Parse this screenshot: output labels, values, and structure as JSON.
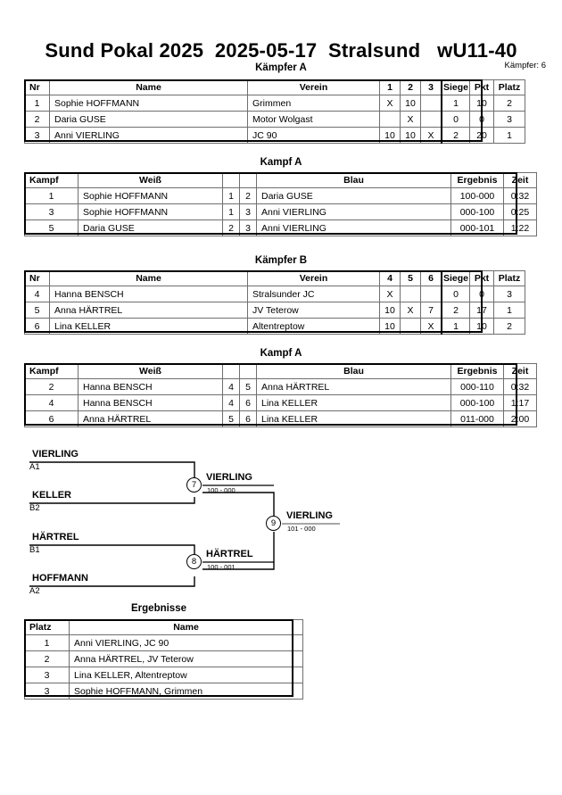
{
  "header": {
    "title": "Sund Pokal 2025  2025-05-17  Stralsund   wU11-40",
    "fighter_count_label": "Kämpfer: 6"
  },
  "pools": [
    {
      "caption": "Kämpfer A",
      "columns": [
        "Nr",
        "Name",
        "Verein",
        "1",
        "2",
        "3",
        "Siege",
        "Pkt",
        "Platz"
      ],
      "rows": [
        {
          "nr": "1",
          "name": "Sophie HOFFMANN",
          "club": "Grimmen",
          "m": [
            "X",
            "10",
            ""
          ],
          "siege": "1",
          "pkt": "10",
          "platz": "2"
        },
        {
          "nr": "2",
          "name": "Daria GUSE",
          "club": "Motor Wolgast",
          "m": [
            "",
            "X",
            ""
          ],
          "siege": "0",
          "pkt": "0",
          "platz": "3"
        },
        {
          "nr": "3",
          "name": "Anni VIERLING",
          "club": "JC 90",
          "m": [
            "10",
            "10",
            "X"
          ],
          "siege": "2",
          "pkt": "20",
          "platz": "1"
        }
      ]
    },
    {
      "caption": "Kämpfer B",
      "columns": [
        "Nr",
        "Name",
        "Verein",
        "4",
        "5",
        "6",
        "Siege",
        "Pkt",
        "Platz"
      ],
      "rows": [
        {
          "nr": "4",
          "name": "Hanna BENSCH",
          "club": "Stralsunder JC",
          "m": [
            "X",
            "",
            ""
          ],
          "siege": "0",
          "pkt": "0",
          "platz": "3"
        },
        {
          "nr": "5",
          "name": "Anna  HÄRTREL",
          "club": "JV Teterow",
          "m": [
            "10",
            "X",
            "7"
          ],
          "siege": "2",
          "pkt": "17",
          "platz": "1"
        },
        {
          "nr": "6",
          "name": "Lina KELLER",
          "club": "Altentreptow",
          "m": [
            "10",
            "",
            "X"
          ],
          "siege": "1",
          "pkt": "10",
          "platz": "2"
        }
      ]
    }
  ],
  "match_tables": [
    {
      "caption": "Kampf A",
      "columns": [
        "Kampf",
        "Weiß",
        "Blau",
        "Ergebnis",
        "Zeit"
      ],
      "rows": [
        {
          "kampf": "1",
          "white": "Sophie HOFFMANN",
          "white_winner": true,
          "n1": "1",
          "n2": "2",
          "blue": "Daria GUSE",
          "blue_winner": false,
          "result": "100-000",
          "time": "0:32"
        },
        {
          "kampf": "3",
          "white": "Sophie HOFFMANN",
          "white_winner": false,
          "n1": "1",
          "n2": "3",
          "blue": "Anni VIERLING",
          "blue_winner": true,
          "result": "000-100",
          "time": "0:25"
        },
        {
          "kampf": "5",
          "white": "Daria GUSE",
          "white_winner": false,
          "n1": "2",
          "n2": "3",
          "blue": "Anni VIERLING",
          "blue_winner": true,
          "result": "000-101",
          "time": "1:22"
        }
      ]
    },
    {
      "caption": "Kampf A",
      "columns": [
        "Kampf",
        "Weiß",
        "Blau",
        "Ergebnis",
        "Zeit"
      ],
      "rows": [
        {
          "kampf": "2",
          "white": "Hanna BENSCH",
          "white_winner": false,
          "n1": "4",
          "n2": "5",
          "blue": "Anna  HÄRTREL",
          "blue_winner": true,
          "result": "000-110",
          "time": "0:32"
        },
        {
          "kampf": "4",
          "white": "Hanna BENSCH",
          "white_winner": false,
          "n1": "4",
          "n2": "6",
          "blue": "Lina KELLER",
          "blue_winner": true,
          "result": "000-100",
          "time": "1:17"
        },
        {
          "kampf": "6",
          "white": "Anna  HÄRTREL",
          "white_winner": true,
          "n1": "5",
          "n2": "6",
          "blue": "Lina KELLER",
          "blue_winner": false,
          "result": "011-000",
          "time": "2:00"
        }
      ]
    }
  ],
  "bracket": {
    "entrants": [
      {
        "name": "VIERLING",
        "seed": "A1"
      },
      {
        "name": "KELLER",
        "seed": "B2"
      },
      {
        "name": "HÄRTREL",
        "seed": "B1"
      },
      {
        "name": "HOFFMANN",
        "seed": "A2"
      }
    ],
    "semifinals": [
      {
        "number": "7",
        "winner": "VIERLING",
        "score": "100 - 000"
      },
      {
        "number": "8",
        "winner": "HÄRTREL",
        "score": "100 - 001"
      }
    ],
    "final": {
      "number": "9",
      "winner": "VIERLING",
      "score": "101 - 000"
    }
  },
  "results": {
    "caption": "Ergebnisse",
    "columns": [
      "Platz",
      "Name"
    ],
    "rows": [
      {
        "place": "1",
        "who": "Anni VIERLING, JC 90"
      },
      {
        "place": "2",
        "who": "Anna  HÄRTREL, JV Teterow"
      },
      {
        "place": "3",
        "who": "Lina KELLER, Altentreptow"
      },
      {
        "place": "3",
        "who": "Sophie HOFFMANN, Grimmen"
      }
    ]
  }
}
